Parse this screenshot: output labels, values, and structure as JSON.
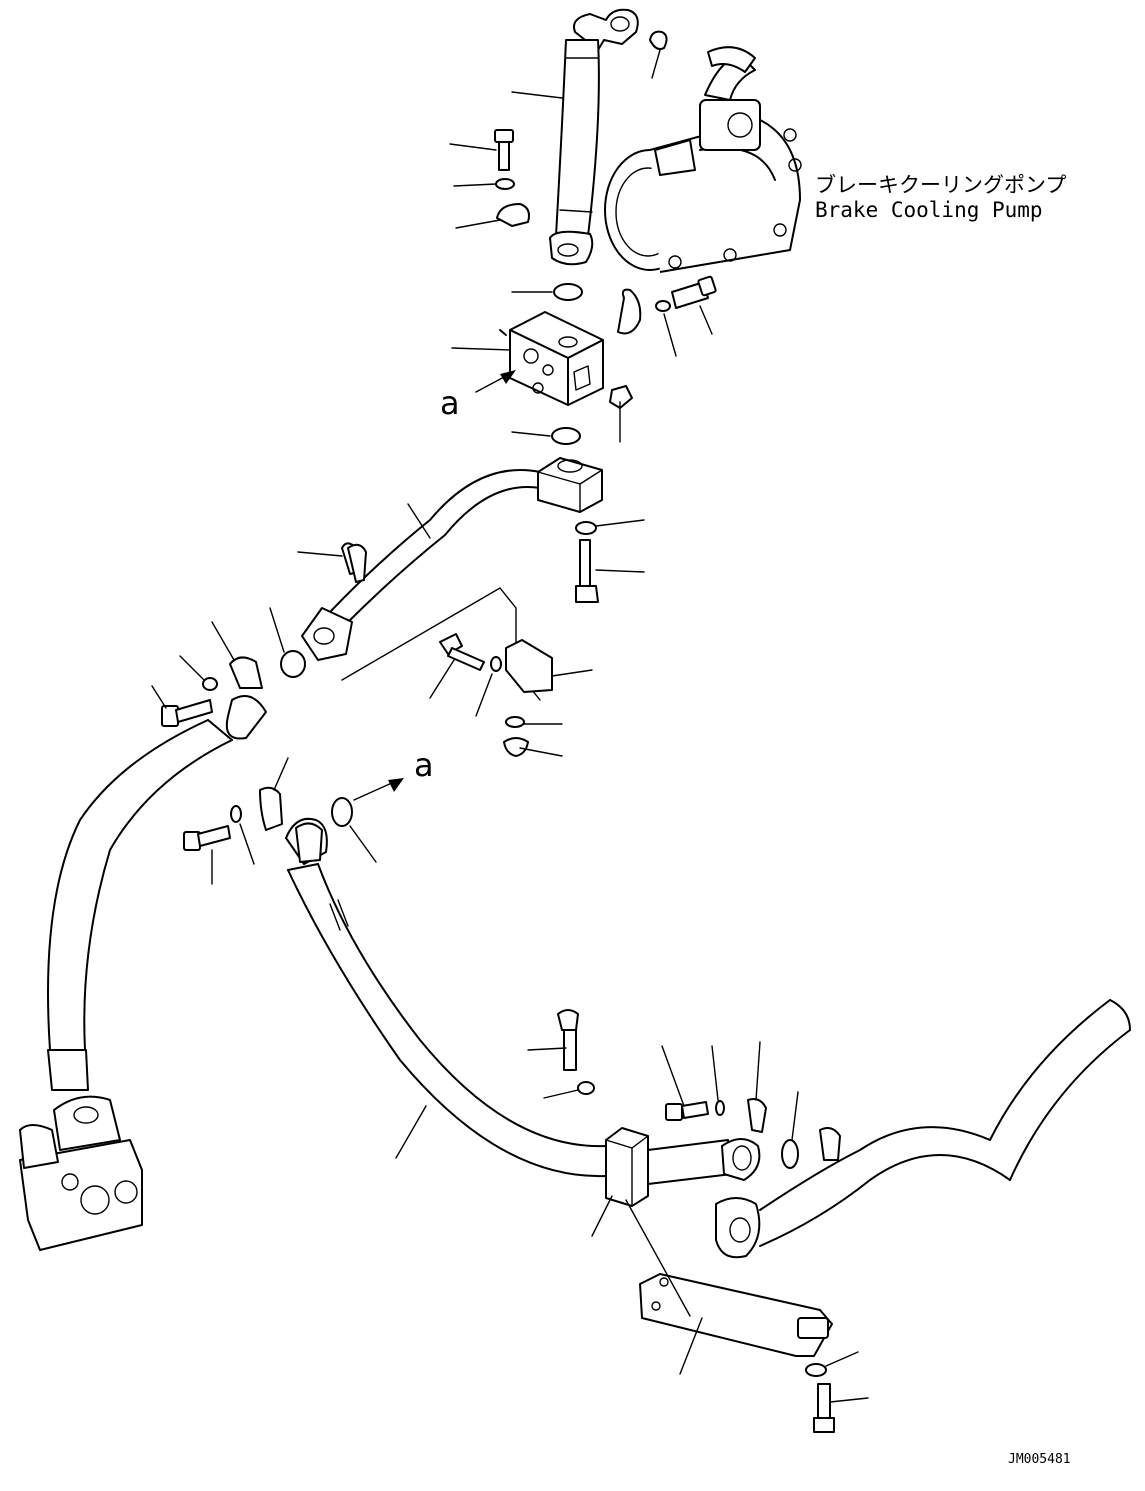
{
  "pump_label": {
    "japanese": "ブレーキクーリングポンプ",
    "english": "Brake Cooling Pump"
  },
  "callouts": {
    "arrow_a_upper": "a",
    "arrow_a_lower": "a"
  },
  "drawing_code": "JM005481"
}
